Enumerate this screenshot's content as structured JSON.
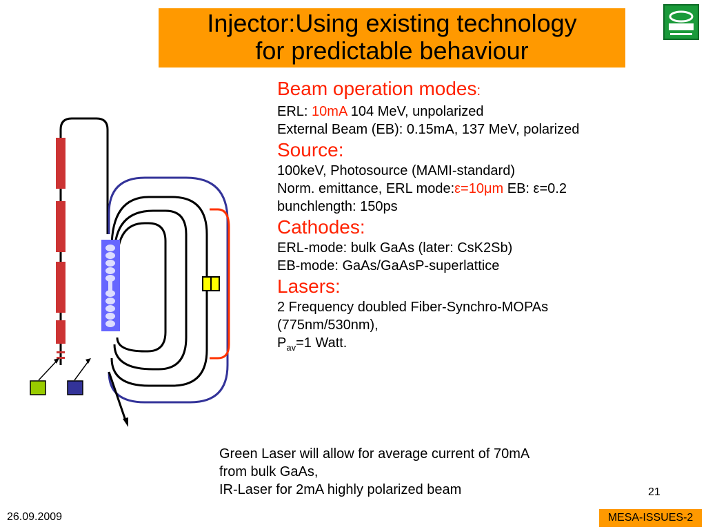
{
  "title": {
    "line1": "Injector:Using  existing technology",
    "line2": "for predictable behaviour"
  },
  "logo": {
    "icon": "mami-logo-icon",
    "color": "#1a9a3a"
  },
  "sections": {
    "modes": {
      "heading": "Beam operation modes",
      "heading_suffix": ":",
      "erl_prefix": "ERL: ",
      "erl_current": "10mA",
      "erl_rest": " 104 MeV, unpolarized",
      "eb": "External Beam (EB): 0.15mA, 137 MeV, polarized"
    },
    "source": {
      "heading": "Source:",
      "line1": "100keV,  Photosource (MAMI-standard)",
      "emit_prefix": "Norm. emittance,  ERL mode:",
      "emit_eps": "ε=",
      "emit_value": "10μm",
      "emit_eb": " EB: ",
      "emit_eb_value": "ε=0.2",
      "bunch": "bunchlength: 150ps"
    },
    "cathodes": {
      "heading": "Cathodes:",
      "erl": "ERL-mode: bulk GaAs (later: CsK2Sb)",
      "eb": "EB-mode:  GaAs/GaAsP-superlattice"
    },
    "lasers": {
      "heading": "Lasers:",
      "line1": "2 Frequency doubled Fiber-Synchro-MOPAs",
      "line2": "(775nm/530nm),",
      "pav_p": "P",
      "pav_sub": "av",
      "pav_rest": "=1 Watt."
    }
  },
  "note": {
    "line1": "Green Laser will allow for average current of 70mA",
    "line2": "from bulk GaAs,",
    "line3": "IR-Laser for 2mA highly  polarized beam"
  },
  "page_number": "21",
  "date": "26.09.2009",
  "footer_tag": "MESA-ISSUES-2",
  "colors": {
    "accent_orange": "#ff9900",
    "heading_red": "#ff2200",
    "loop_blue": "#333399",
    "cavity_blue": "#6666ff",
    "laser_green": "#99cc00",
    "laser_blue": "#333399",
    "module_red": "#cc3333",
    "highlight_yellow": "#ffff00"
  }
}
